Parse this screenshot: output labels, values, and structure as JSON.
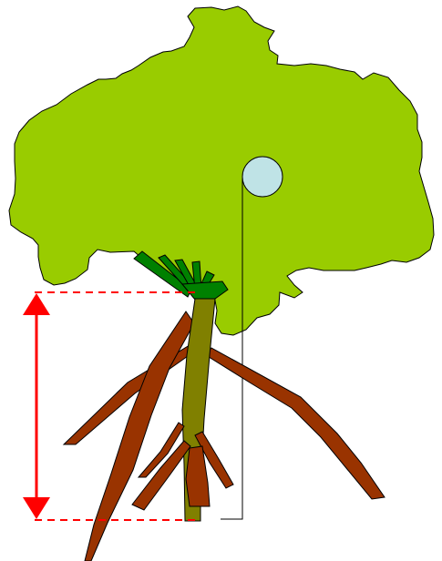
{
  "diagram": {
    "subject": "tree-with-stilt-roots",
    "colors": {
      "canopy_fill": "#99cc00",
      "branch_fill": "#008000",
      "trunk_fill": "#808000",
      "root_fill": "#993300",
      "fruit_fill": "#bfe3e6",
      "measure_arrow": "#ff0000",
      "guide_dash": "#ff0000",
      "outline": "#000000"
    },
    "icons": [
      "tree-canopy",
      "hanging-fruit",
      "height-arrow"
    ]
  }
}
